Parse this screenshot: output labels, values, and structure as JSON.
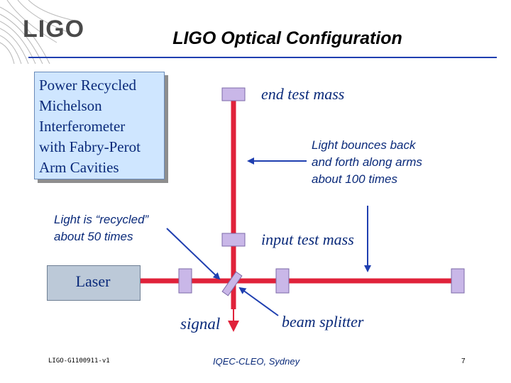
{
  "logo": {
    "text": "LIGO"
  },
  "title": "LIGO Optical Configuration",
  "info_box": {
    "lines": [
      "Power Recycled",
      "Michelson",
      "Interferometer",
      "with Fabry-Perot",
      "Arm Cavities"
    ]
  },
  "labels": {
    "end_test_mass": "end test mass",
    "bounce": [
      "Light bounces back",
      "and forth along arms",
      "about 100 times"
    ],
    "recycled": [
      "Light is “recycled”",
      "about 50 times"
    ],
    "input_test_mass": "input test mass",
    "laser": "Laser",
    "signal": "signal",
    "beam_splitter": "beam splitter"
  },
  "footer": {
    "left": "LIGO-G1100911-v1",
    "center": "IQEC-CLEO, Sydney",
    "right": "7"
  },
  "colors": {
    "beam": "#e0223a",
    "mirror": "#c9b7e8",
    "mirror_border": "#7c6aa8",
    "arrow": "#1f3fb0",
    "info_box_fill": "#cfe6ff",
    "laser_fill": "#bcc9d8"
  }
}
